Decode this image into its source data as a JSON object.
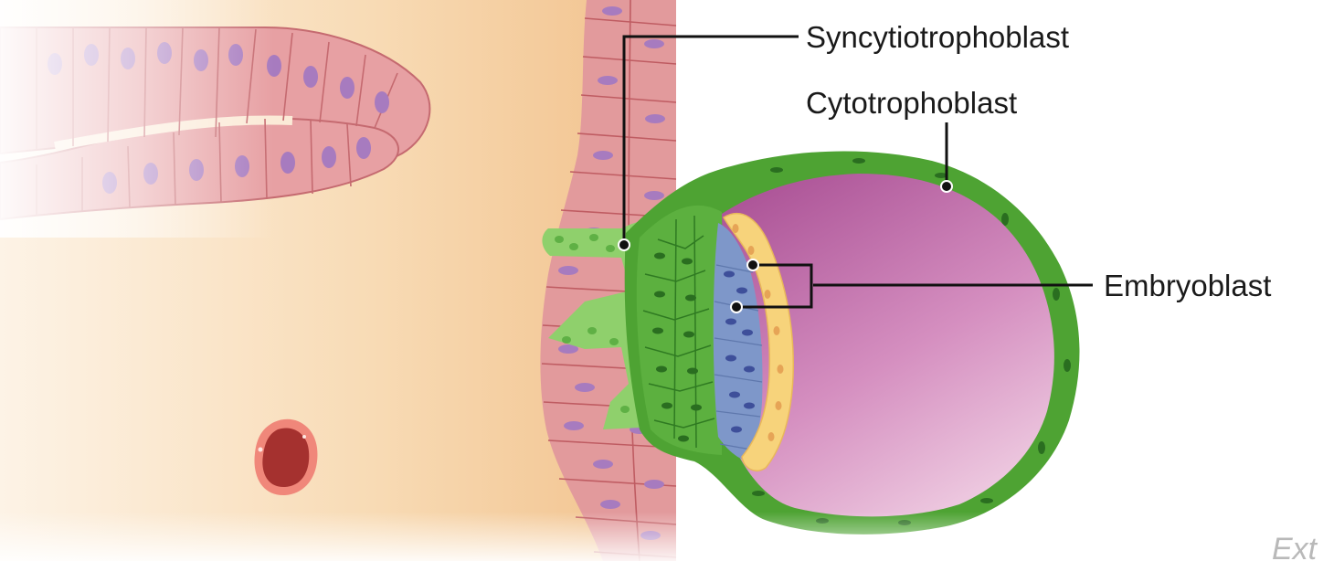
{
  "labels": {
    "syncytiotrophoblast": "Syncytiotrophoblast",
    "cytotrophoblast": "Cytotrophoblast",
    "embryoblast": "Embryoblast"
  },
  "watermark": "Ext",
  "colors": {
    "stroma": "#f4c48f",
    "epithelium": "#e29a9c",
    "cell_line": "#b8575d",
    "nucleus": "#a77bbf",
    "syncytio": "#8fd06c",
    "cyto_green": "#53a838",
    "blastocoel_top": "#b25f9f",
    "blastocoel_bottom": "#ecc4dc",
    "epiblast": "#f7d37b",
    "hypoblast": "#7e97c9",
    "vessel": "#a5312f",
    "vessel_rim": "#f0877a"
  }
}
